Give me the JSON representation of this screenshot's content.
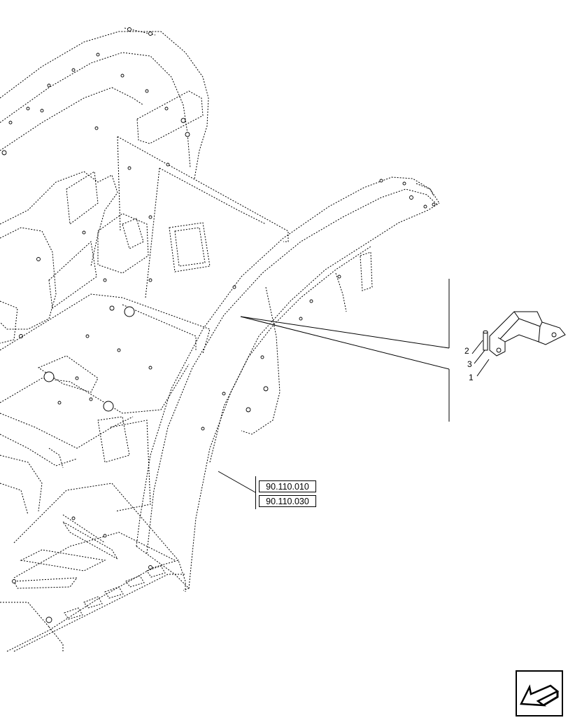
{
  "references": [
    {
      "code": "90.110.010"
    },
    {
      "code": "90.110.030"
    }
  ],
  "callouts": [
    {
      "number": "2"
    },
    {
      "number": "3"
    },
    {
      "number": "1"
    }
  ],
  "navigation": {
    "icon": "next-page-arrow-icon"
  }
}
